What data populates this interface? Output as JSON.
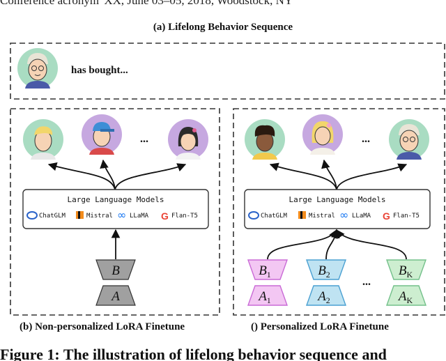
{
  "header": {
    "running_head": "Conference acronym 'XX, June 03–05, 2018, Woodstock, NY"
  },
  "panel_a": {
    "title": "(a) Lifelong Behavior Sequence",
    "text": "has bought..."
  },
  "panel_b": {
    "caption": "(b) Non-personalized LoRA Finetune",
    "ellipsis": "...",
    "llm_title": "Large Language Models",
    "models": [
      "ChatGLM",
      "Mistral",
      "LLaMA",
      "Flan-T5"
    ],
    "lora_b": "B",
    "lora_a": "A"
  },
  "panel_c": {
    "caption": "() Personalized LoRA Finetune",
    "ellipsis": "...",
    "llm_title": "Large Language Models",
    "models": [
      "ChatGLM",
      "Mistral",
      "LLaMA",
      "Flan-T5"
    ],
    "adapters": [
      {
        "b": "B",
        "b_sub": "1",
        "a": "A",
        "a_sub": "1",
        "color": "#c96ad6"
      },
      {
        "b": "B",
        "b_sub": "2",
        "a": "A",
        "a_sub": "2",
        "color": "#4aa0d2"
      },
      {
        "b": "B",
        "b_sub": "K",
        "a": "A",
        "a_sub": "K",
        "color": "#73c08a"
      }
    ],
    "ellipsis_adapters": "..."
  },
  "figure_caption": "Figure 1: The illustration of lifelong behavior sequence and",
  "colors": {
    "avatar_green": "#a9dcc2",
    "avatar_purple": "#c6a8e0",
    "frozen_gray": "#a0a0a0",
    "adapter_pink": "#f3c7f3",
    "adapter_blue": "#bfe3f2",
    "adapter_green": "#cdeed0"
  }
}
